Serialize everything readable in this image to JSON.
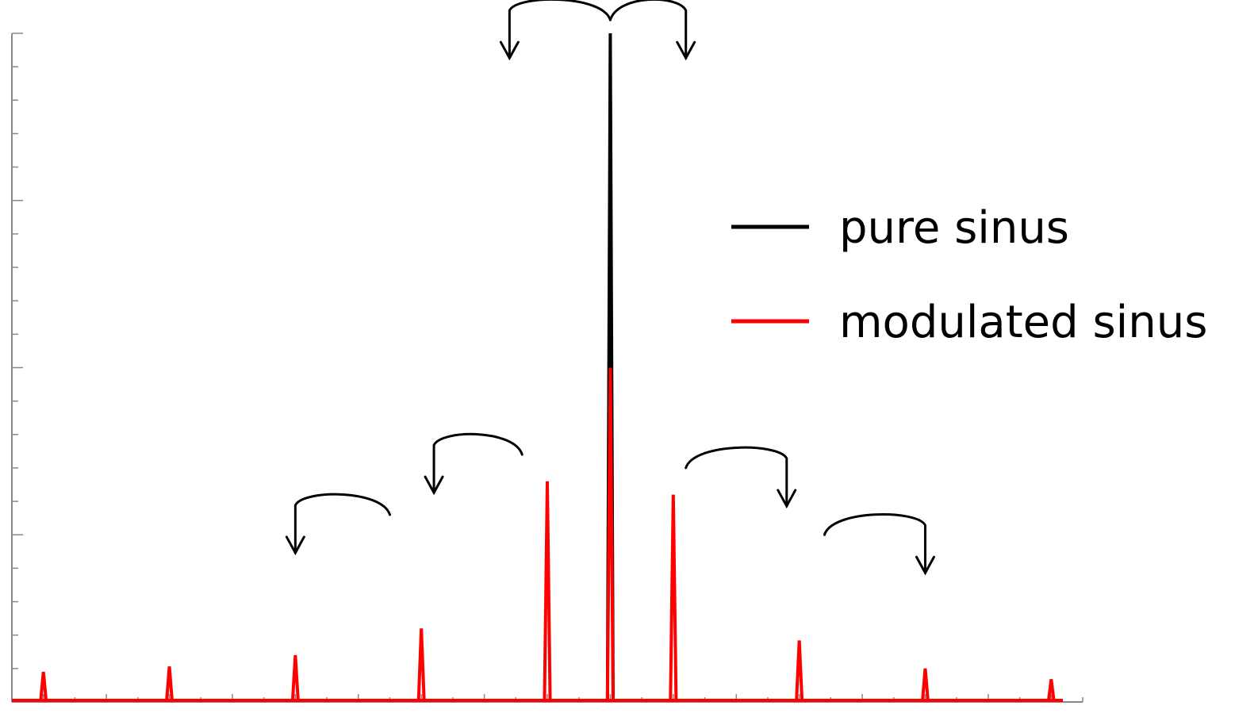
{
  "chart_data": {
    "type": "line",
    "title": "",
    "xlabel": "",
    "ylabel": "",
    "xlim": [
      -9.5,
      7.5
    ],
    "ylim": [
      0,
      1
    ],
    "grid": false,
    "legend_position": "right",
    "series": [
      {
        "name": "pure sinus",
        "color": "#000000",
        "peaks": [
          {
            "x": 0,
            "y": 1.0
          }
        ]
      },
      {
        "name": "modulated sinus",
        "color": "#ff0000",
        "peaks": [
          {
            "x": -9,
            "y": 0.045
          },
          {
            "x": -7,
            "y": 0.053
          },
          {
            "x": -5,
            "y": 0.07
          },
          {
            "x": -3,
            "y": 0.11
          },
          {
            "x": -1,
            "y": 0.33
          },
          {
            "x": 0,
            "y": 0.5
          },
          {
            "x": 1,
            "y": 0.31
          },
          {
            "x": 3,
            "y": 0.092
          },
          {
            "x": 5,
            "y": 0.05
          },
          {
            "x": 7,
            "y": 0.034
          }
        ]
      }
    ],
    "annotations": [
      {
        "kind": "curved-arrow",
        "from_x": 0,
        "to_x": -1.6,
        "level": 1.02
      },
      {
        "kind": "curved-arrow",
        "from_x": 0,
        "to_x": 1.2,
        "level": 1.02
      },
      {
        "kind": "curved-arrow",
        "from_x": -1.4,
        "to_x": -2.8,
        "level": 0.37
      },
      {
        "kind": "curved-arrow",
        "from_x": -3.5,
        "to_x": -5,
        "level": 0.28
      },
      {
        "kind": "curved-arrow",
        "from_x": 1.2,
        "to_x": 2.8,
        "level": 0.35
      },
      {
        "kind": "curved-arrow",
        "from_x": 3.4,
        "to_x": 5,
        "level": 0.25
      }
    ]
  },
  "legend": {
    "items": [
      {
        "label": "pure sinus",
        "color": "#000000"
      },
      {
        "label": "modulated sinus",
        "color": "#ff0000"
      }
    ]
  }
}
